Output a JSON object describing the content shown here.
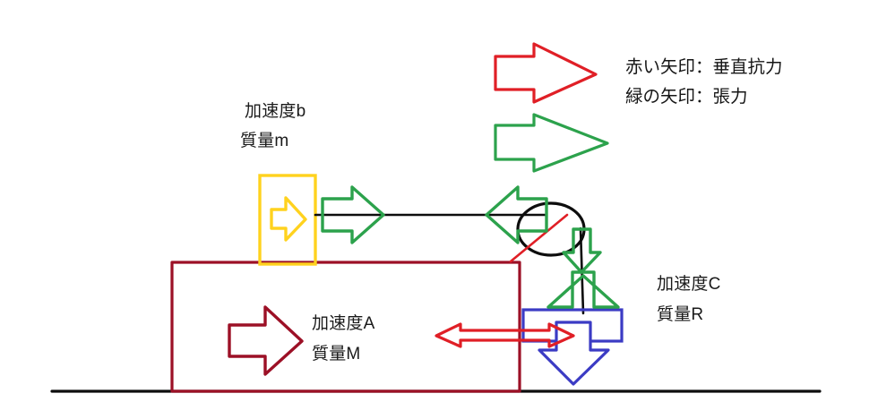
{
  "diagram": {
    "title_text": "",
    "legend": {
      "red_arrow_label": "赤い矢印：垂直抗力",
      "green_arrow_label": "緑の矢印：張力",
      "red_swatch_name": "red-arrow-swatch",
      "green_swatch_name": "green-arrow-swatch"
    },
    "labels": {
      "top_block_acceleration": "加速度b",
      "top_block_mass": "質量m",
      "big_block_acceleration": "加速度A",
      "big_block_mass": "質量M",
      "hanging_block_acceleration": "加速度C",
      "hanging_block_mass": "質量R"
    },
    "colors": {
      "red": "#e01f26",
      "dark_red": "#9c1026",
      "green": "#2ca24c",
      "yellow": "#ffd21e",
      "blue": "#3b3bc4",
      "black": "#0d0d0d",
      "text": "#1a1a1a",
      "background": "#ffffff"
    },
    "shapes": {
      "ground_line": "ground-line",
      "big_block": "big-block-outline",
      "top_block": "top-block-outline",
      "hanging_block": "hanging-block-outline",
      "pulley": "pulley-circle",
      "string": "string-line"
    }
  }
}
